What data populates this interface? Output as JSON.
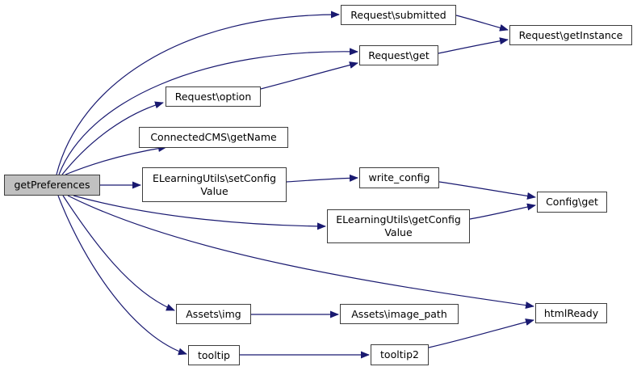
{
  "diagram": {
    "kind": "doxygen-call-graph",
    "root_function": "getPreferences",
    "colors": {
      "edge": "#191970",
      "node_border": "#3d3d3d",
      "node_fill": "#ffffff",
      "root_node_fill": "#c0c0c0",
      "text": "#000000",
      "background": "#ffffff"
    },
    "nodes": [
      {
        "id": "getPreferences",
        "label": "getPreferences",
        "is_root": true
      },
      {
        "id": "Request\\submitted",
        "label": "Request\\submitted"
      },
      {
        "id": "Request\\getInstance",
        "label": "Request\\getInstance"
      },
      {
        "id": "Request\\get",
        "label": "Request\\get"
      },
      {
        "id": "Request\\option",
        "label": "Request\\option"
      },
      {
        "id": "ConnectedCMS\\getName",
        "label": "ConnectedCMS\\getName"
      },
      {
        "id": "ELearningUtils\\setConfigValue",
        "label": "ELearningUtils\\setConfig\nValue"
      },
      {
        "id": "write_config",
        "label": "write_config"
      },
      {
        "id": "Config\\get",
        "label": "Config\\get"
      },
      {
        "id": "ELearningUtils\\getConfigValue",
        "label": "ELearningUtils\\getConfig\nValue"
      },
      {
        "id": "Assets\\img",
        "label": "Assets\\img"
      },
      {
        "id": "Assets\\image_path",
        "label": "Assets\\image_path"
      },
      {
        "id": "htmlReady",
        "label": "htmlReady"
      },
      {
        "id": "tooltip",
        "label": "tooltip"
      },
      {
        "id": "tooltip2",
        "label": "tooltip2"
      }
    ],
    "edges": [
      {
        "from": "getPreferences",
        "to": "Request\\submitted"
      },
      {
        "from": "getPreferences",
        "to": "Request\\get"
      },
      {
        "from": "getPreferences",
        "to": "Request\\option"
      },
      {
        "from": "getPreferences",
        "to": "ConnectedCMS\\getName"
      },
      {
        "from": "getPreferences",
        "to": "ELearningUtils\\setConfigValue"
      },
      {
        "from": "getPreferences",
        "to": "ELearningUtils\\getConfigValue"
      },
      {
        "from": "getPreferences",
        "to": "htmlReady"
      },
      {
        "from": "getPreferences",
        "to": "Assets\\img"
      },
      {
        "from": "getPreferences",
        "to": "tooltip"
      },
      {
        "from": "Request\\submitted",
        "to": "Request\\getInstance"
      },
      {
        "from": "Request\\get",
        "to": "Request\\getInstance"
      },
      {
        "from": "Request\\option",
        "to": "Request\\get"
      },
      {
        "from": "ELearningUtils\\setConfigValue",
        "to": "write_config"
      },
      {
        "from": "write_config",
        "to": "Config\\get"
      },
      {
        "from": "ELearningUtils\\getConfigValue",
        "to": "Config\\get"
      },
      {
        "from": "Assets\\img",
        "to": "Assets\\image_path"
      },
      {
        "from": "tooltip",
        "to": "tooltip2"
      },
      {
        "from": "tooltip2",
        "to": "htmlReady"
      }
    ]
  }
}
